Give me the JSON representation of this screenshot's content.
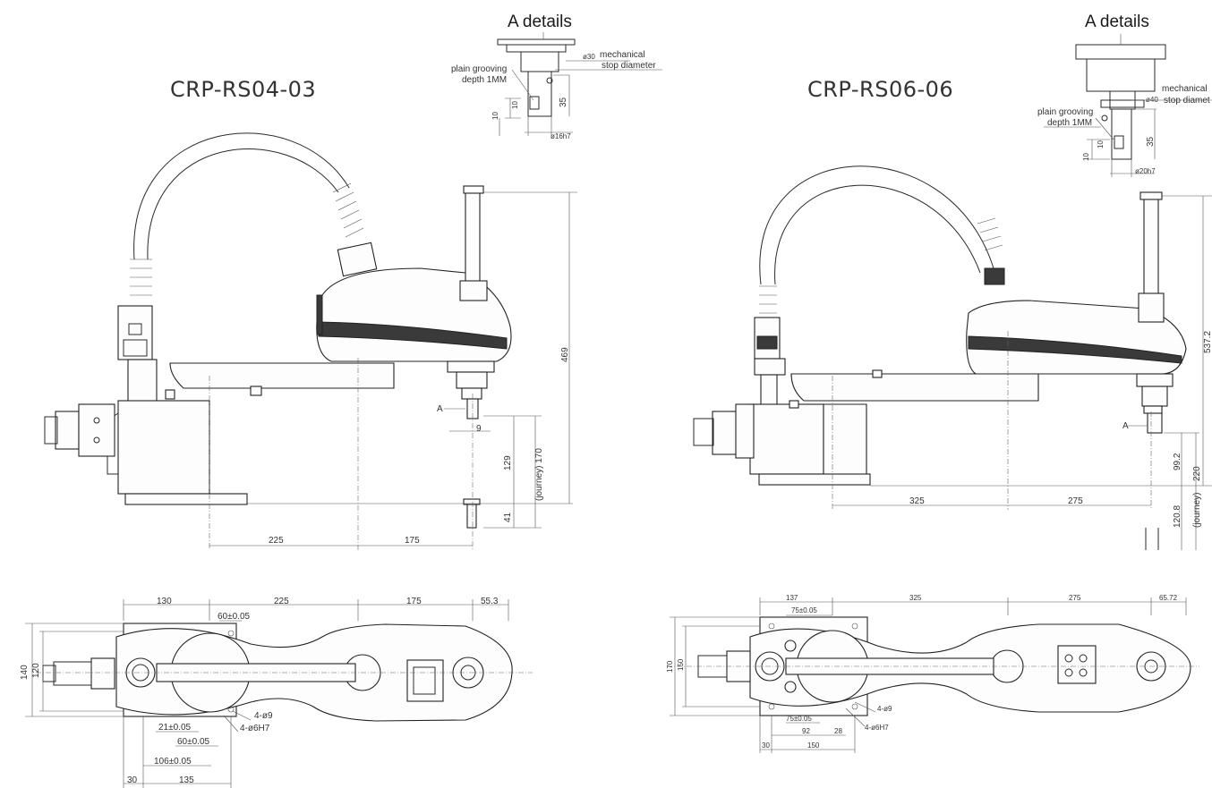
{
  "left_model": {
    "model_name": "CRP-RS04-03",
    "detail": {
      "heading": "A details",
      "stop_diameter_value": "ø30",
      "stop_diameter_label_1": "mechanical",
      "stop_diameter_label_2": "stop diameter",
      "grooving_label_1": "plain grooving",
      "grooving_label_2": "depth 1MM",
      "dim_10a": "10",
      "dim_10b": "10",
      "dim_35": "35",
      "shaft_diameter": "ø16h7"
    },
    "side_view": {
      "height_total": "469",
      "shaft_offset": "9",
      "marker_a": "A",
      "dim_129": "129",
      "journey": "(journey) 170",
      "dim_41": "41",
      "arm1_length": "225",
      "arm2_length": "175"
    },
    "top_view": {
      "dim_130": "130",
      "dim_225": "225",
      "dim_175": "175",
      "dim_55_3": "55.3",
      "dim_60_top": "60±0.05",
      "dim_140": "140",
      "dim_120": "120",
      "holes_large": "4-ø9",
      "holes_small": "4-ø6H7",
      "dim_21": "21±0.05",
      "dim_60_bottom": "60±0.05",
      "dim_106": "106±0.05",
      "dim_30": "30",
      "dim_135": "135"
    }
  },
  "right_model": {
    "model_name": "CRP-RS06-06",
    "detail": {
      "heading": "A details",
      "stop_diameter_label_1": "mechanical",
      "stop_diameter_value": "ø40",
      "stop_diameter_label_2": "stop diamet",
      "grooving_label_1": "plain grooving",
      "grooving_label_2": "depth 1MM",
      "dim_10a": "10",
      "dim_10b": "10",
      "dim_35": "35",
      "shaft_diameter": "ø20h7"
    },
    "side_view": {
      "height_total": "537.2",
      "marker_a": "A",
      "dim_99_2": "99.2",
      "dim_220": "220",
      "journey": "(journey)",
      "dim_120_8": "120.8",
      "arm1_length": "325",
      "arm2_length": "275"
    },
    "top_view": {
      "dim_137": "137",
      "dim_325": "325",
      "dim_275": "275",
      "dim_65_72": "65.72",
      "dim_75_top": "75±0.05",
      "dim_170": "170",
      "dim_150": "150",
      "holes_large": "4-ø9",
      "holes_small": "4-ø6H7",
      "dim_75_bottom": "75±0.05",
      "dim_92": "92",
      "dim_28": "28",
      "dim_30": "30",
      "dim_150_bottom": "150"
    }
  },
  "colors": {
    "line": "#2a2a2a",
    "text": "#333333",
    "dark_fill": "#3a3a3a",
    "background": "#ffffff"
  }
}
